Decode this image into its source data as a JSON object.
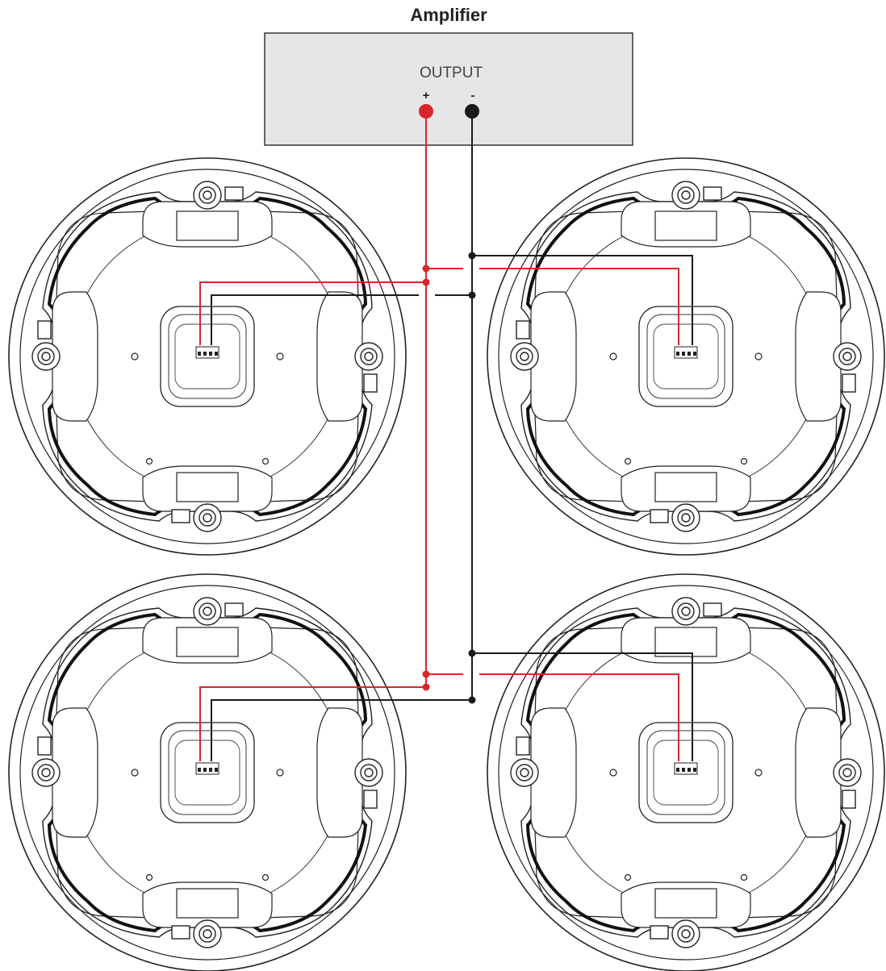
{
  "title": "Amplifier",
  "amplifier": {
    "output_label": "OUTPUT",
    "positive_label": "+",
    "negative_label": "-"
  },
  "colors": {
    "positive_wire": "#d8262c",
    "negative_wire": "#1a1a1a",
    "amp_fill": "#e6e6e6",
    "outline": "#222222"
  },
  "speakers": [
    {
      "position": "top-left",
      "terminal_side": "left"
    },
    {
      "position": "top-right",
      "terminal_side": "right"
    },
    {
      "position": "bottom-left",
      "terminal_side": "left"
    },
    {
      "position": "bottom-right",
      "terminal_side": "right"
    }
  ]
}
